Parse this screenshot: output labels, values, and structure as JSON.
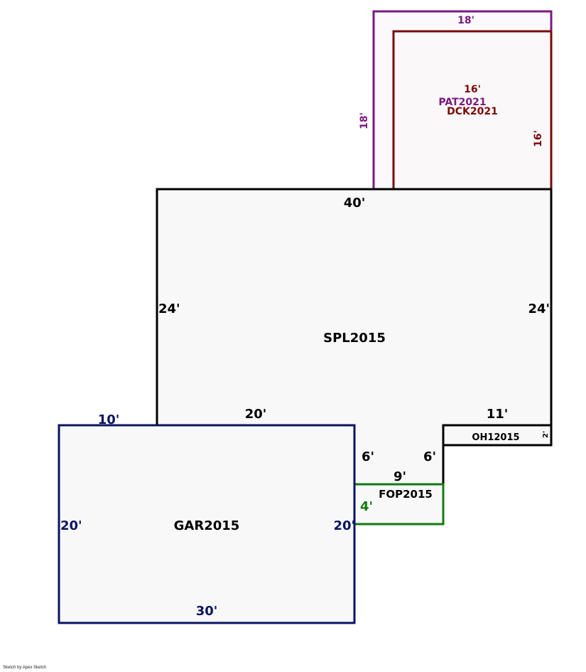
{
  "colors": {
    "spl": "#000000",
    "gar": "#0a1463",
    "fop": "#107a10",
    "oh": "#000000",
    "pat": "#7a1a80",
    "dck": "#7a0a0a",
    "fill": "#f8f8f9"
  },
  "areas": {
    "pat": {
      "label": "PAT2021",
      "top": "18'",
      "left": "18'"
    },
    "dck": {
      "label": "DCK2021",
      "top": "16'",
      "right": "16'"
    },
    "spl": {
      "label": "SPL2015",
      "top": "40'",
      "left": "24'",
      "right": "24'",
      "bottom_left": "20'",
      "oh_top": "11'",
      "step_left": "6'",
      "step_right": "6'",
      "fop_top": "9'"
    },
    "oh": {
      "label": "OH12015",
      "right": "2'"
    },
    "fop": {
      "label": "FOP2015",
      "left": "4'"
    },
    "gar": {
      "label": "GAR2015",
      "top": "10'",
      "left": "20'",
      "right": "20'",
      "bottom": "30'"
    }
  },
  "footer": "Sketch by Apex Sketch"
}
